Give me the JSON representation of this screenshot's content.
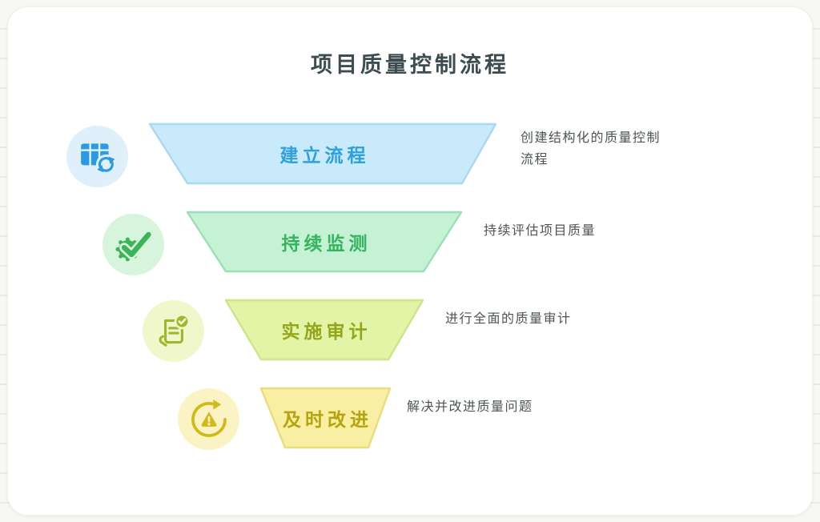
{
  "page": {
    "title": "项目质量控制流程"
  },
  "funnel": {
    "stages": [
      {
        "label": "建立流程",
        "description": "创建结构化的质量控制流程",
        "icon": "table-sync-icon",
        "colors": {
          "fill": "#c9eafa",
          "stroke": "#a9d8ef",
          "label": "#2e9fe0",
          "circle_bg": "#dff0fb",
          "icon": "#2b9ae4"
        }
      },
      {
        "label": "持续监测",
        "description": "持续评估项目质量",
        "icon": "gear-check-icon",
        "colors": {
          "fill": "#c5f1d4",
          "stroke": "#9ce0b6",
          "label": "#35b45f",
          "circle_bg": "#d7f5dd",
          "icon": "#3db457"
        }
      },
      {
        "label": "实施审计",
        "description": "进行全面的质量审计",
        "icon": "clipboard-check-icon",
        "colors": {
          "fill": "#e4f4a6",
          "stroke": "#cde58a",
          "label": "#94a51b",
          "circle_bg": "#eff7cb",
          "icon": "#a3b52c"
        }
      },
      {
        "label": "及时改进",
        "description": "解决并改进质量问题",
        "icon": "alert-refresh-icon",
        "colors": {
          "fill": "#f8efa2",
          "stroke": "#e9dd80",
          "label": "#b5a410",
          "circle_bg": "#fbf3c4",
          "icon": "#cfba17"
        }
      }
    ]
  }
}
